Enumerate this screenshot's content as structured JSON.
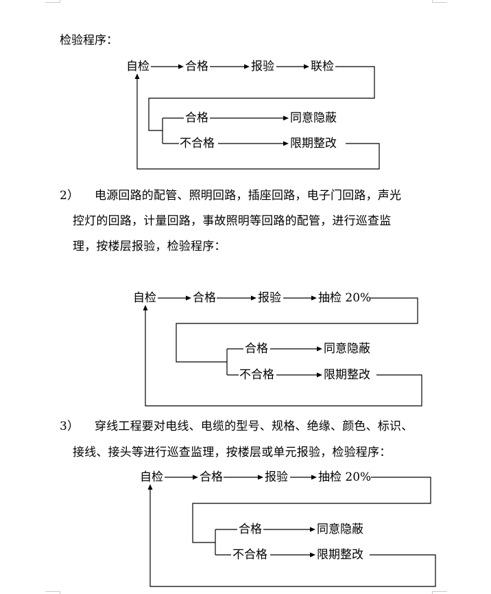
{
  "heading1": "检验程序：",
  "flow1": {
    "self_check": "自检",
    "pass": "合格",
    "report": "报验",
    "joint_check": "联检",
    "branch_pass": "合格",
    "concealed": "同意隐蔽",
    "branch_fail": "不合格",
    "rectify": "限期整改"
  },
  "para2": {
    "num": "2）",
    "line1": "电源回路的配管、照明回路，插座回路，电子门回路，声光",
    "line2": "控灯的回路，计量回路，事故照明等回路的配管，进行巡查监",
    "line3": "理，按楼层报验，检验程序："
  },
  "flow2": {
    "self_check": "自检",
    "pass": "合格",
    "report": "报验",
    "sample_check": "抽检 20%",
    "branch_pass": "合格",
    "concealed": "同意隐蔽",
    "branch_fail": "不合格",
    "rectify": "限期整改"
  },
  "para3": {
    "num": "3）",
    "line1": "穿线工程要对电线、电缆的型号、规格、绝缘、颜色、标识、",
    "line2": "接线、接头等进行巡查监理，按楼层或单元报验，检验程序："
  },
  "flow3": {
    "self_check": "自检",
    "pass": "合格",
    "report": "报验",
    "sample_check": "抽检 20%",
    "branch_pass": "合格",
    "concealed": "同意隐蔽",
    "branch_fail": "不合格",
    "rectify": "限期整改"
  }
}
